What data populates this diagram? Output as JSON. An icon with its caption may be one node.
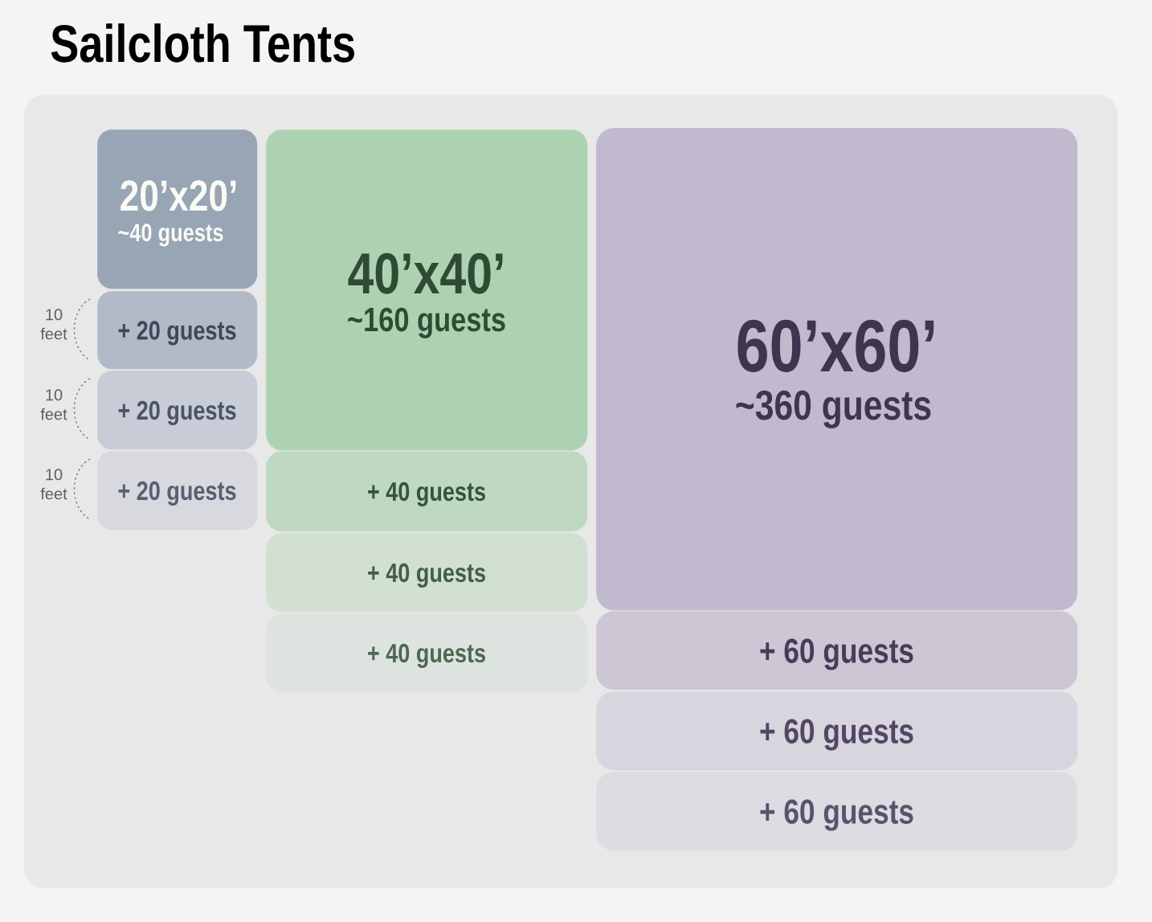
{
  "diagram": {
    "title": "Sailcloth Tents",
    "nodes": [
      {
        "text": [],
        "shape": "box"
      },
      {
        "text": [
          "20’x20’",
          "~40 guests"
        ],
        "in": 0
      },
      {
        "text": [
          "+ 20 guests"
        ],
        "in": 0
      },
      {
        "text": [
          "+ 20 guests"
        ],
        "in": 0
      },
      {
        "text": [
          "+ 20 guests"
        ],
        "in": 0
      },
      {
        "text": [
          "40’x40’",
          "~160 guests"
        ],
        "in": 0
      },
      {
        "text": [
          "+ 40 guests"
        ],
        "in": 0
      },
      {
        "text": [
          "+ 40 guests"
        ],
        "in": 0
      },
      {
        "text": [
          "+ 40 guests"
        ],
        "in": 0
      },
      {
        "text": [
          "60’x60’",
          "~360 guests"
        ],
        "in": 0
      },
      {
        "text": [
          "+ 60 guests"
        ],
        "in": 0
      },
      {
        "text": [
          "+ 60 guests"
        ],
        "in": 0
      },
      {
        "text": [
          "+ 60 guests"
        ],
        "in": 0
      }
    ],
    "labels": [
      "10 feet",
      "10 feet",
      "10 feet"
    ]
  }
}
